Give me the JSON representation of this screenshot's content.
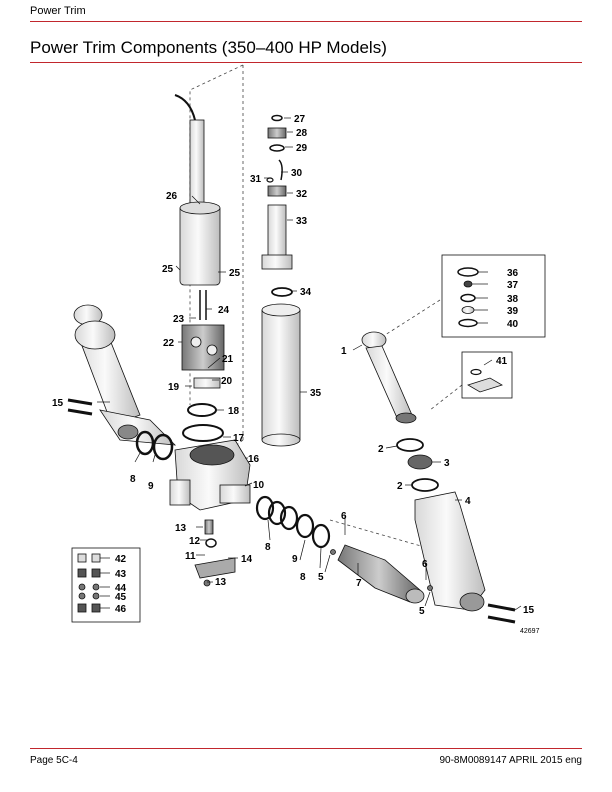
{
  "header": {
    "section": "Power Trim"
  },
  "page_title": "Power Trim Components (350–400 HP Models)",
  "footer": {
    "page": "Page 5C-4",
    "doc": "90-8M0089147  APRIL  2015  eng"
  },
  "illustration_id": "42697",
  "callouts": [
    "1",
    "2",
    "2",
    "3",
    "4",
    "5",
    "5",
    "6",
    "6",
    "7",
    "8",
    "8",
    "8",
    "9",
    "9",
    "10",
    "11",
    "12",
    "13",
    "13",
    "14",
    "15",
    "15",
    "16",
    "17",
    "18",
    "19",
    "20",
    "21",
    "22",
    "23",
    "24",
    "25",
    "25",
    "26",
    "27",
    "28",
    "29",
    "30",
    "31",
    "32",
    "33",
    "34",
    "35",
    "36",
    "37",
    "38",
    "39",
    "40",
    "41",
    "42",
    "43",
    "44",
    "45",
    "46"
  ]
}
